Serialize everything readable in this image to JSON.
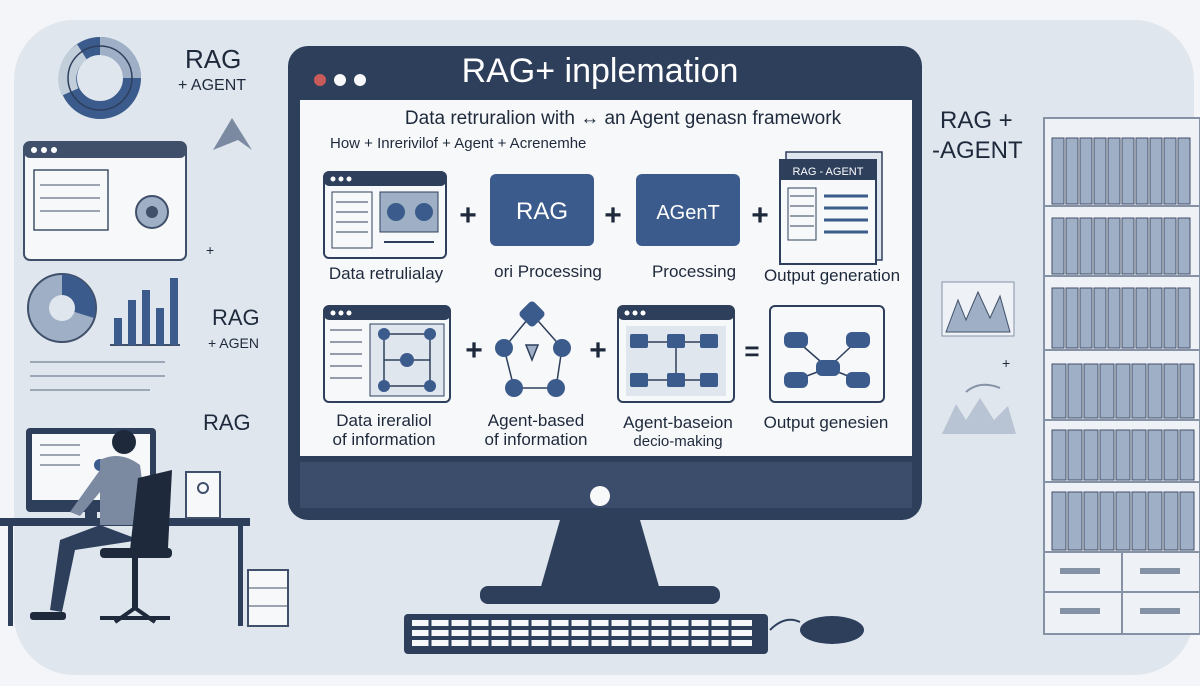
{
  "monitor": {
    "title": "RAG+ inplemation",
    "subtitle": "Data retruralion   with ↔ an Agent genasn framework",
    "subtitle2": "How + Inrerivilof + Agent + Acrenemhe"
  },
  "row1": {
    "box_rag": "RAG",
    "box_agent": "AGenT",
    "doc_header": "RAG - AGENT",
    "labels": [
      "Data retrulialay",
      "ori Processing",
      "Processing",
      "Output generation"
    ]
  },
  "row2": {
    "labels_line1": [
      "Data ireraliol",
      "Agent-based",
      "Agent-baseion",
      "Output genesien"
    ],
    "labels_line2": [
      "of information",
      "of information",
      "decio-making",
      ""
    ]
  },
  "side": {
    "left_rag_agent": [
      "RAG",
      "+ AGENT"
    ],
    "left_rag_agent_small": [
      "RAG",
      "+ AGEN"
    ],
    "left_rag": "RAG",
    "right_rag_agent": [
      "RAG +",
      "-AGENT"
    ]
  },
  "colors": {
    "navy": "#2e3f5c",
    "blue_box": "#3b5b8c",
    "background": "#dfe6ee",
    "screen": "#f7f8fa"
  }
}
